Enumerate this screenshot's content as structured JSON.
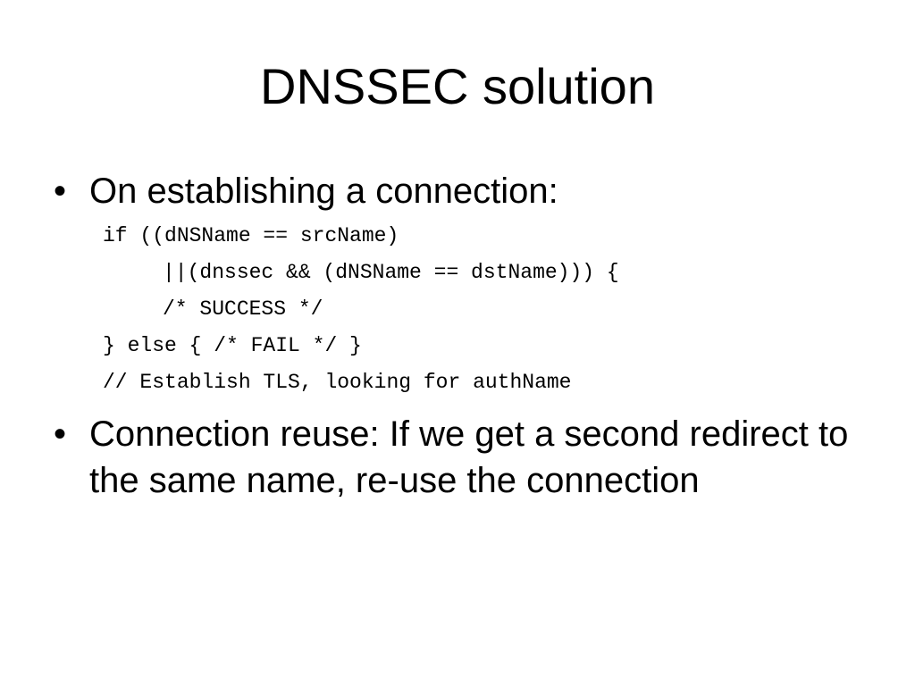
{
  "slide": {
    "title": "DNSSEC solution",
    "bullets": [
      {
        "marker": "•",
        "text": "On establishing a connection:"
      },
      {
        "marker": "•",
        "text": "Connection reuse: If we get a second redirect to the same name, re-use the connection"
      }
    ],
    "code": [
      "if ((dNSName == srcName)",
      "||(dnssec && (dNSName == dstName))) {",
      "/* SUCCESS */",
      "} else { /* FAIL */ }",
      "// Establish TLS, looking for authName"
    ]
  }
}
